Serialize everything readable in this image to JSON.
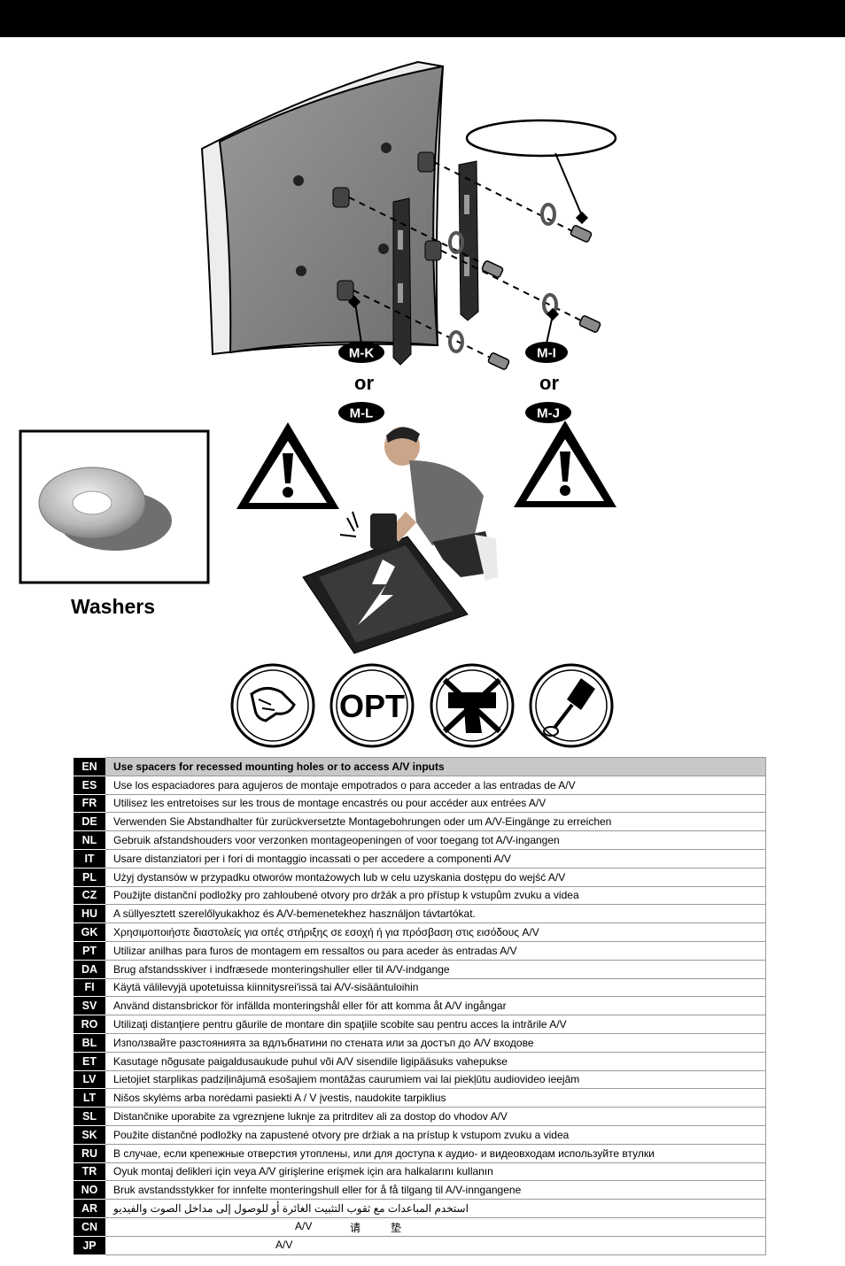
{
  "figure": {
    "labels": {
      "mk": "M-K",
      "ml": "M-L",
      "mi": "M-I",
      "mj": "M-J",
      "or_left": "or",
      "or_right": "or",
      "opt": "OPT"
    },
    "washers_label": "Washers",
    "icons": [
      "hand-tighten-icon",
      "optional-icon",
      "no-power-drill-icon",
      "screwdriver-icon"
    ]
  },
  "languages": [
    {
      "code": "EN",
      "text": "Use spacers for recessed mounting holes or to access A/V inputs"
    },
    {
      "code": "ES",
      "text": "Use los espaciadores para agujeros de montaje empotrados o para acceder a las entradas de A/V"
    },
    {
      "code": "FR",
      "text": "Utilisez les entretoises sur les trous de montage encastrés ou pour accéder aux entrées A/V"
    },
    {
      "code": "DE",
      "text": "Verwenden Sie Abstandhalter für zurückversetzte Montagebohrungen oder um A/V-Eingänge zu erreichen"
    },
    {
      "code": "NL",
      "text": "Gebruik afstandshouders voor verzonken montageopeningen of voor toegang tot A/V-ingangen"
    },
    {
      "code": "IT",
      "text": "Usare distanziatori per i fori di montaggio incassati o per accedere a componenti A/V"
    },
    {
      "code": "PL",
      "text": "Użyj dystansów w przypadku otworów montażowych lub w celu uzyskania dostępu do wejść A/V"
    },
    {
      "code": "CZ",
      "text": "Použijte distanční podložky pro zahloubené otvory pro držák a pro přístup k vstupům zvuku a videa"
    },
    {
      "code": "HU",
      "text": "A süllyesztett szerelőlyukakhoz és A/V-bemenetekhez használjon távtartókat."
    },
    {
      "code": "GK",
      "text": "Χρησιμοποιήστε διαστολείς για οπές στήριξης σε εσοχή ή για πρόσβαση στις εισόδους A/V"
    },
    {
      "code": "PT",
      "text": "Utilizar anilhas para furos de montagem em ressaltos ou para aceder às entradas A/V"
    },
    {
      "code": "DA",
      "text": "Brug afstandsskiver i indfræsede monteringshuller eller til A/V-indgange"
    },
    {
      "code": "FI",
      "text": "Käytä välilevyjä upotetuissa kiinnitysrei'issä tai A/V-sisääntuloihin"
    },
    {
      "code": "SV",
      "text": "Använd distansbrickor för infällda monteringshål eller för att komma åt A/V ingångar"
    },
    {
      "code": "RO",
      "text": "Utilizaţi distanţiere pentru găurile de montare din spaţiile scobite sau pentru acces la intrările A/V"
    },
    {
      "code": "BL",
      "text": "Използвайте разстоянията за вдлъбнатини по стената или за достъп до A/V входове"
    },
    {
      "code": "ET",
      "text": "Kasutage nõgusate paigaldusaukude puhul või A/V sisendile ligipääsuks vahepukse"
    },
    {
      "code": "LV",
      "text": "Lietojiet starplikas padziļinājumā esošajiem montāžas caurumiem vai lai piekļūtu audiovideo ieejām"
    },
    {
      "code": "LT",
      "text": "Nišos skylėms arba norėdami pasiekti A / V įvestis, naudokite tarpiklius"
    },
    {
      "code": "SL",
      "text": "Distančnike uporabite za vgreznjene luknje za pritrditev ali za dostop do vhodov A/V"
    },
    {
      "code": "SK",
      "text": "Použite distančné podložky na zapustené otvory pre držiak a na prístup k vstupom zvuku a videa"
    },
    {
      "code": "RU",
      "text": "В случае, если крепежные отверстия утоплены, или для доступа к аудио- и видеовходам используйте втулки"
    },
    {
      "code": "TR",
      "text": "Oyuk montaj delikleri için veya A/V girişlerine erişmek için ara halkalarını kullanın"
    },
    {
      "code": "NO",
      "text": "Bruk avstandsstykker for innfelte monteringshull eller for å få tilgang til A/V-inngangene"
    },
    {
      "code": "AR",
      "text": "استخدم المباعدات مع ثقوب التثبيت الغائرة أو للوصول إلى مداخل الصوت والفيديو"
    },
    {
      "code": "CN",
      "text": "",
      "fragments": [
        "A/V",
        "请",
        "垫"
      ]
    },
    {
      "code": "JP",
      "text": "",
      "fragments": [
        "A/V"
      ]
    }
  ]
}
